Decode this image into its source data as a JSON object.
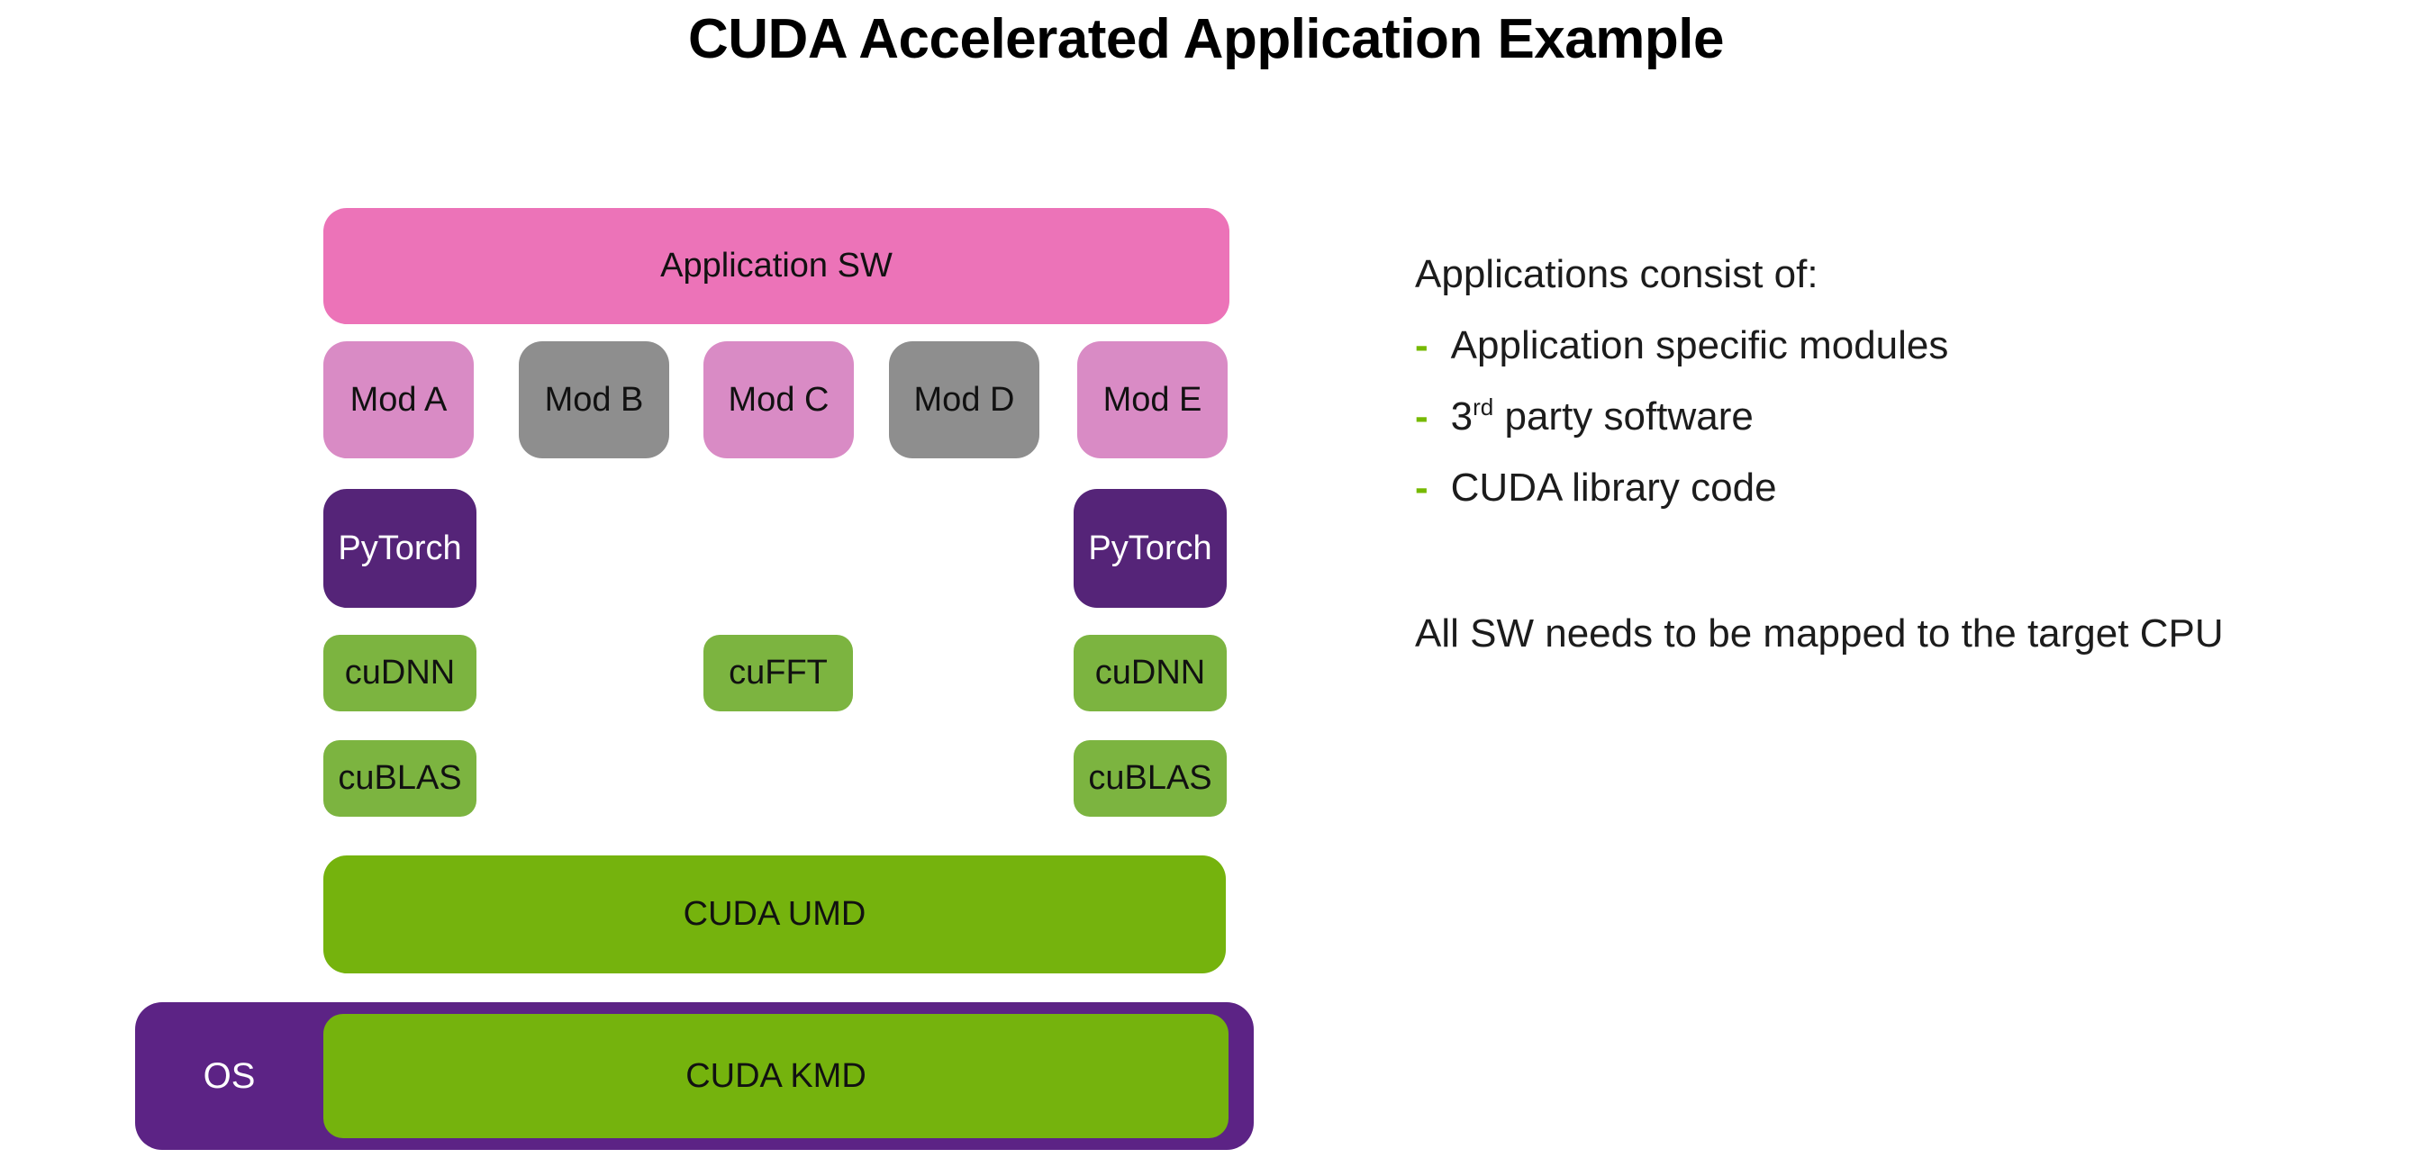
{
  "title": "CUDA Accelerated Application Example",
  "colors": {
    "pink_strong": "#ec73b8",
    "pink_soft": "#d98bc5",
    "gray": "#8e8e8e",
    "purple": "#552478",
    "purple_os": "#5c2385",
    "green_bar": "#75b30d",
    "green_box": "#7cb440",
    "green_dash": "#76b900",
    "text_dark": "#1c1c1c",
    "text_light": "#ffffff"
  },
  "blocks": {
    "app_sw": "Application SW",
    "mod_a": "Mod A",
    "mod_b": "Mod B",
    "mod_c": "Mod C",
    "mod_d": "Mod D",
    "mod_e": "Mod E",
    "pytorch_left": "PyTorch",
    "pytorch_right": "PyTorch",
    "cudnn_left": "cuDNN",
    "cufft": "cuFFT",
    "cudnn_right": "cuDNN",
    "cublas_left": "cuBLAS",
    "cublas_right": "cuBLAS",
    "cuda_umd": "CUDA UMD",
    "os": "OS",
    "cuda_kmd": "CUDA KMD"
  },
  "notes": {
    "heading": "Applications consist of:",
    "bullets": [
      {
        "dash": "-",
        "pre": "Application specific modules"
      },
      {
        "dash": "-",
        "pre": "3",
        "sup": "rd",
        "post": " party software"
      },
      {
        "dash": "-",
        "pre": "CUDA library code"
      }
    ],
    "footer": "All SW needs to be mapped to the target CPU"
  }
}
